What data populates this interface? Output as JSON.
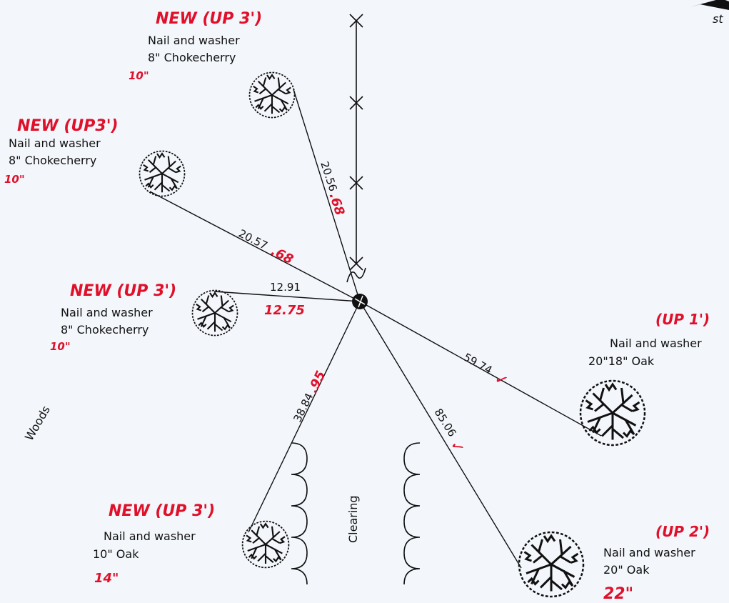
{
  "colors": {
    "ink": "#111111",
    "red": "#e0102a",
    "paper": "#f3f6fb"
  },
  "corner_text": "st",
  "woods_label": "Woods",
  "clearing_label": "Clearing",
  "trees": [
    {
      "id": "t1",
      "status": "NEW (UP 3')",
      "line1": "Nail and washer",
      "line2": "8\" Chokecherry",
      "correction": "10\""
    },
    {
      "id": "t2",
      "status": "NEW (UP3')",
      "line1": "Nail and washer",
      "line2": "8\" Chokecherry",
      "correction": "10\""
    },
    {
      "id": "t3",
      "status": "NEW (UP 3')",
      "line1": "Nail and washer",
      "line2": "8\" Chokecherry",
      "correction": "10\""
    },
    {
      "id": "t4",
      "status": "(UP 1')",
      "line1": "Nail and washer",
      "line2": "20\"18\" Oak",
      "correction": ""
    },
    {
      "id": "t5",
      "status": "NEW (UP 3')",
      "line1": "Nail and washer",
      "line2": "10\" Oak",
      "correction": "14\""
    },
    {
      "id": "t6",
      "status": "(UP 2')",
      "line1": "Nail and washer",
      "line2": "20\" Oak",
      "correction": "22\""
    }
  ],
  "distances": [
    {
      "id": "d1",
      "original": "20.56",
      "correction": ".68"
    },
    {
      "id": "d2",
      "original": "20.57",
      "correction": ".68"
    },
    {
      "id": "d3",
      "original": "12.91",
      "correction": "12.75"
    },
    {
      "id": "d4",
      "original": "59.74",
      "correction": "✓"
    },
    {
      "id": "d5",
      "original": "38.84",
      "correction": ".95"
    },
    {
      "id": "d6",
      "original": "85.06",
      "correction": "✓"
    }
  ]
}
